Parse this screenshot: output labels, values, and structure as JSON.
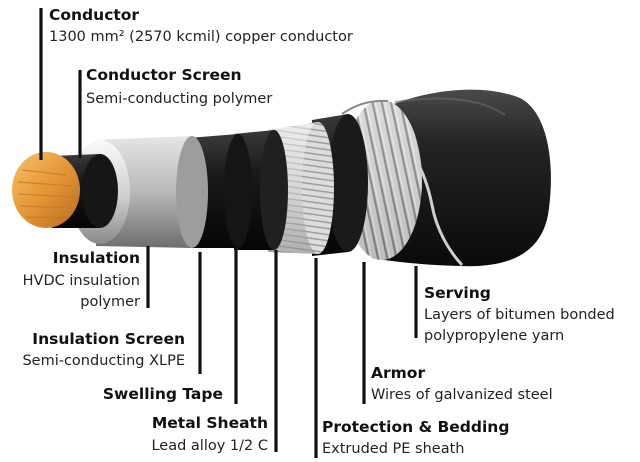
{
  "colors": {
    "leader": "#111111",
    "conductor": "#e59636",
    "background": "#ffffff"
  },
  "labels": {
    "conductor": {
      "title": "Conductor",
      "description": "1300 mm² (2570 kcmil) copper conductor"
    },
    "conductor_screen": {
      "title": "Conductor Screen",
      "description": "Semi-conducting polymer"
    },
    "insulation": {
      "title": "Insulation",
      "description_line1": "HVDC insulation",
      "description_line2": "polymer"
    },
    "insulation_screen": {
      "title": "Insulation Screen",
      "description": "Semi-conducting XLPE"
    },
    "swelling_tape": {
      "title": "Swelling Tape"
    },
    "metal_sheath": {
      "title": "Metal Sheath",
      "description": "Lead alloy 1/2 C"
    },
    "protection_bedding": {
      "title": "Protection & Bedding",
      "description": "Extruded PE sheath"
    },
    "armor": {
      "title": "Armor",
      "description": "Wires of galvanized steel"
    },
    "serving": {
      "title": "Serving",
      "description_line1": "Layers of bitumen bonded",
      "description_line2": "polypropylene yarn"
    }
  }
}
